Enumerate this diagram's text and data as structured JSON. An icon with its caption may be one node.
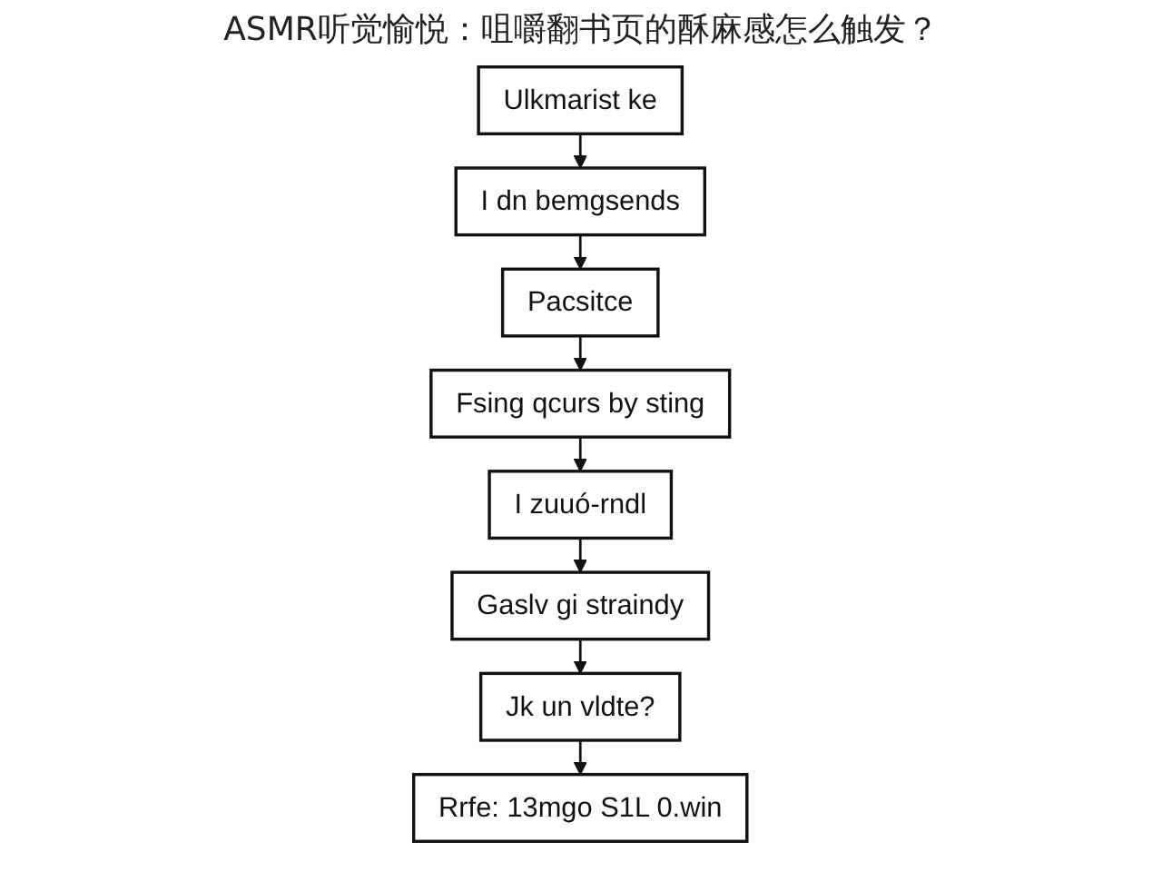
{
  "diagram": {
    "title": "ASMR听觉愉悦：咀嚼翻书页的酥麻感怎么触发？",
    "nodes": [
      {
        "text": [
          "Ulkmarist ke"
        ]
      },
      {
        "text": [
          "I dn bemgsends"
        ]
      },
      {
        "text": [
          "Pacsitce"
        ]
      },
      {
        "text": [
          "Fsing qcurs by sting"
        ]
      },
      {
        "text": [
          "I zuuó-rndl"
        ]
      },
      {
        "text": [
          "Gaslv gi straindy"
        ]
      },
      {
        "text": [
          "Jk un vldte?"
        ]
      },
      {
        "text": [
          "Rrfe: 13mgo S1L 0.win"
        ]
      }
    ],
    "edges": [
      {
        "from": 0,
        "to": 1,
        "arrow": "to"
      },
      {
        "from": 1,
        "to": 2,
        "arrow": "to"
      },
      {
        "from": 2,
        "to": 3,
        "arrow": "to"
      },
      {
        "from": 3,
        "to": 4,
        "arrow": "to"
      },
      {
        "from": 4,
        "to": 5,
        "arrow": "to"
      },
      {
        "from": 5,
        "to": 6,
        "arrow": "to"
      },
      {
        "from": 6,
        "to": 7,
        "arrow": "to"
      }
    ]
  }
}
